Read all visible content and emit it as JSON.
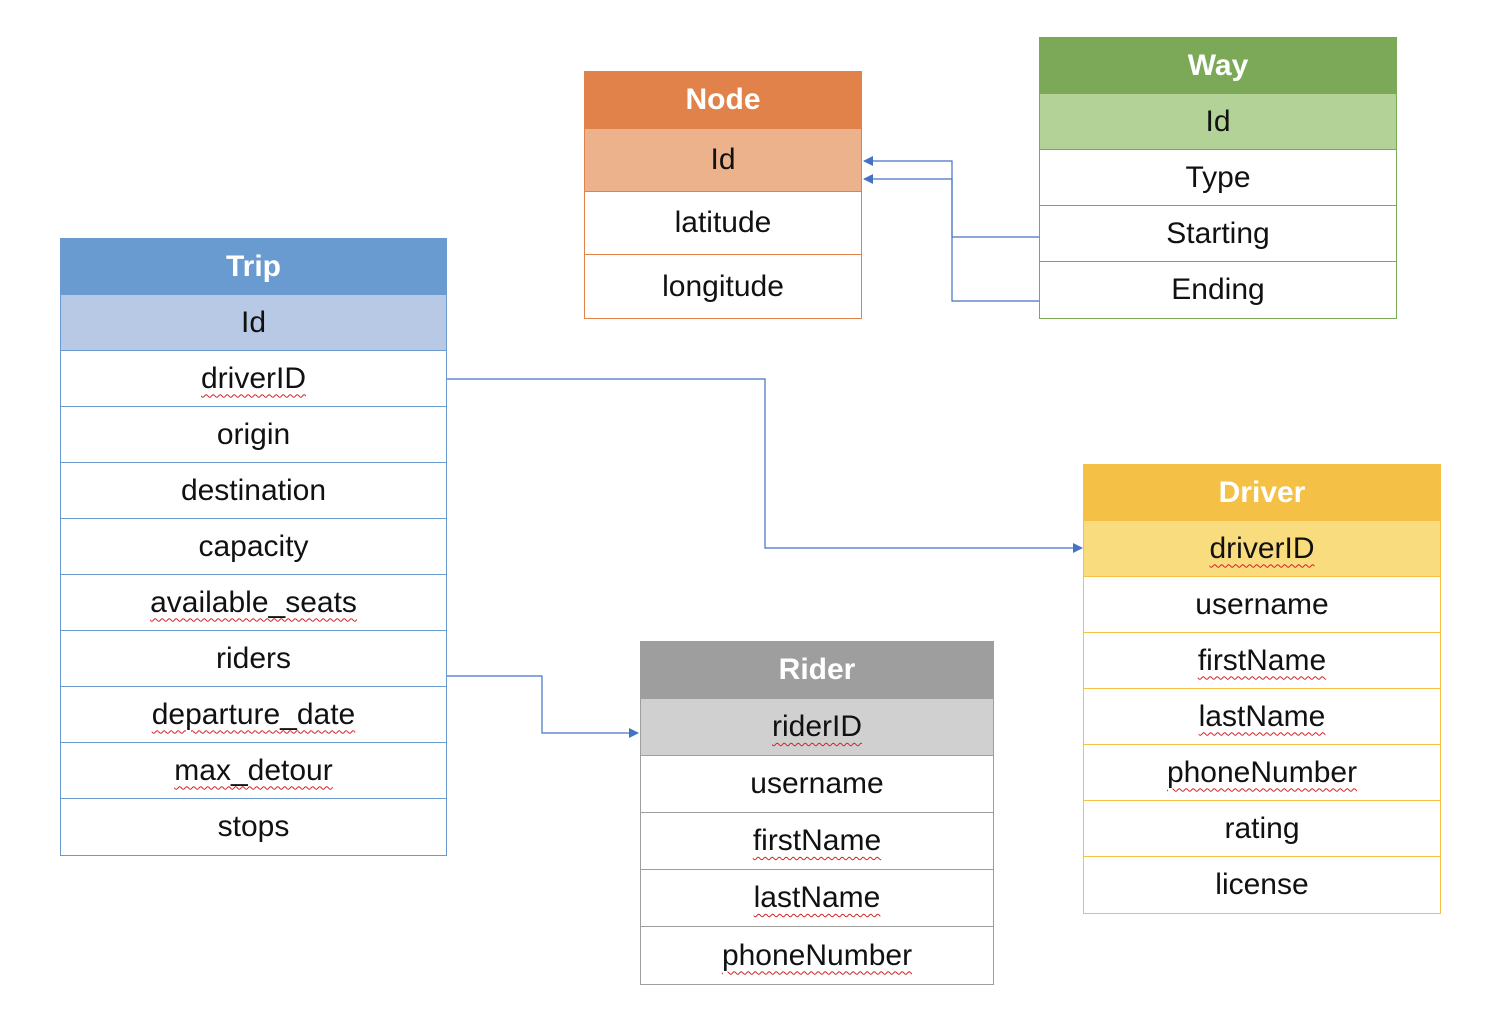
{
  "entities": {
    "trip": {
      "title": "Trip",
      "fields": [
        "Id",
        "driverID",
        "origin",
        "destination",
        "capacity",
        "available_seats",
        "riders",
        "departure_date",
        "max_detour",
        "stops"
      ]
    },
    "node": {
      "title": "Node",
      "fields": [
        "Id",
        "latitude",
        "longitude"
      ]
    },
    "way": {
      "title": "Way",
      "fields": [
        "Id",
        "Type",
        "Starting",
        "Ending"
      ]
    },
    "driver": {
      "title": "Driver",
      "fields": [
        "driverID",
        "username",
        "firstName",
        "lastName",
        "phoneNumber",
        "rating",
        "license"
      ]
    },
    "rider": {
      "title": "Rider",
      "fields": [
        "riderID",
        "username",
        "firstName",
        "lastName",
        "phoneNumber"
      ]
    }
  },
  "colors": {
    "trip": "#6a9bd0",
    "node": "#e0824a",
    "way": "#7ba958",
    "driver": "#f4c045",
    "rider": "#9e9e9e",
    "connector": "#4472c4",
    "spellcheck": "#d22020"
  }
}
